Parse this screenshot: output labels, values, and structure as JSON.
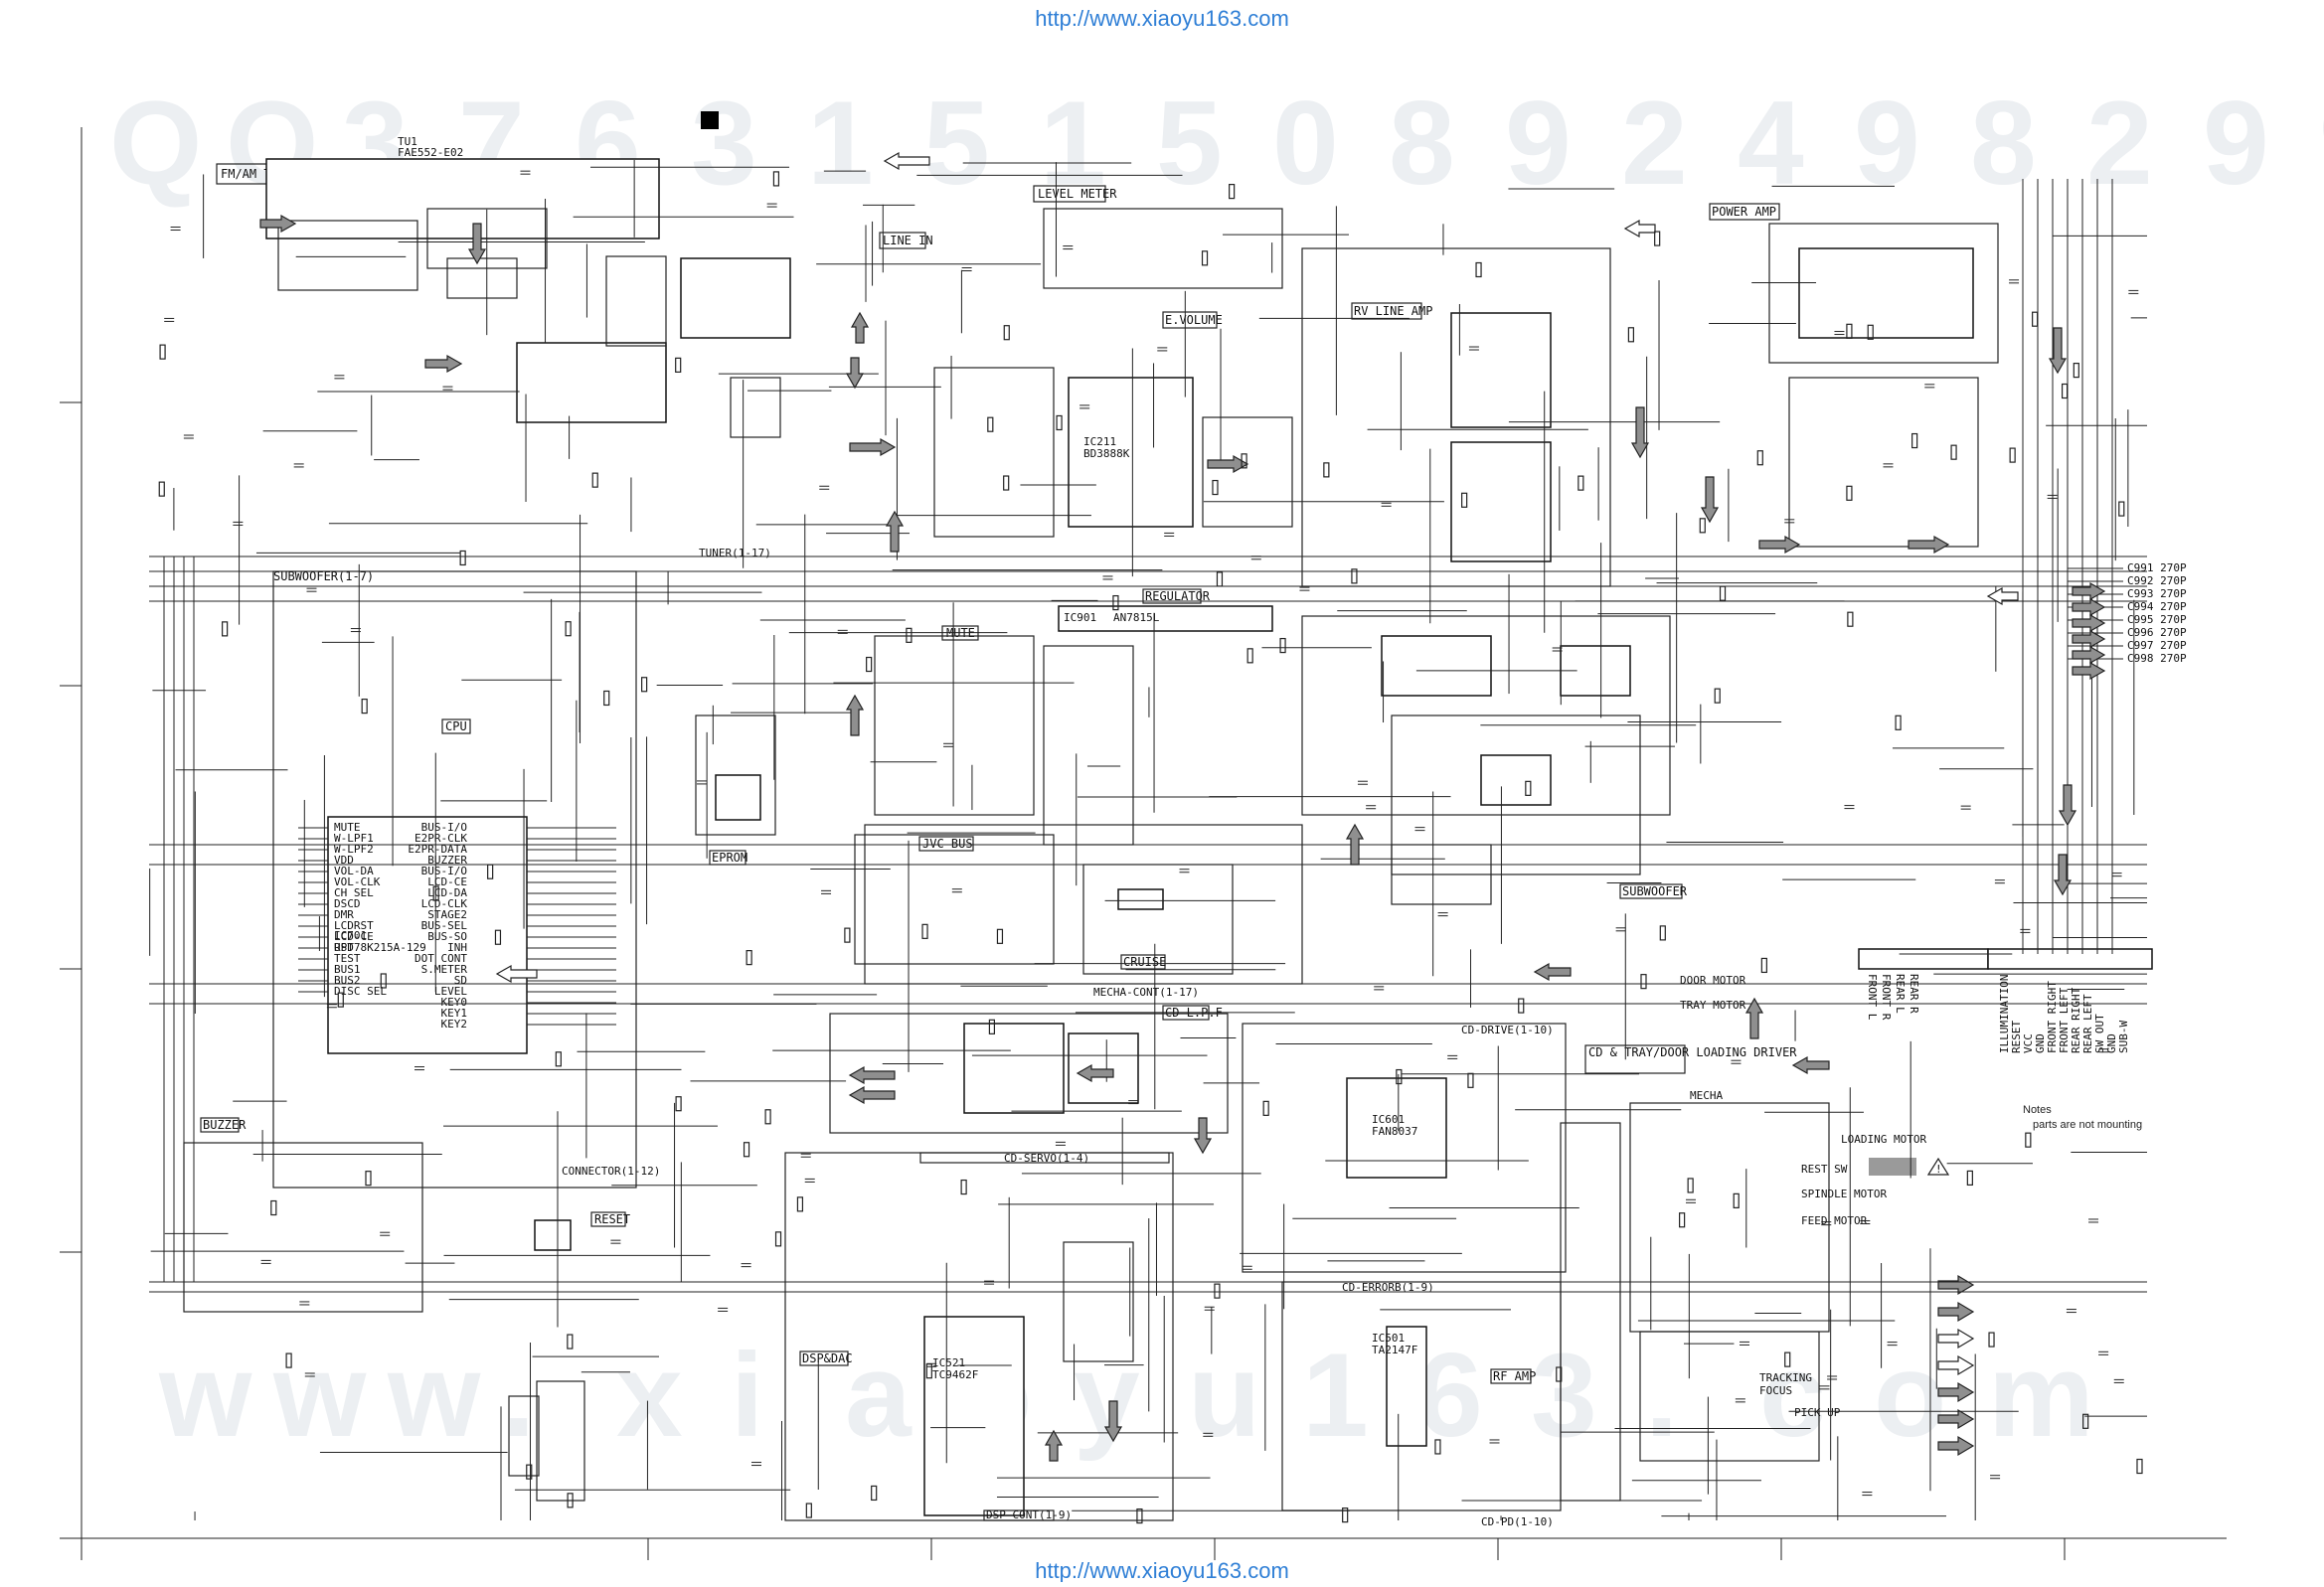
{
  "header": {
    "url_top": "http://www.xiaoyu163.com",
    "url_bottom": "http://www.xiaoyu163.com"
  },
  "watermark": {
    "digits": [
      "Q",
      "Q",
      "3",
      "7",
      "6",
      "3",
      "1",
      "5",
      "1",
      "5",
      "0",
      "8",
      "9",
      "2",
      "4",
      "9",
      "8",
      "2",
      "9",
      "9"
    ],
    "bottom": [
      "w",
      "w",
      "w",
      ".",
      "x",
      "i",
      "a",
      "o",
      "y",
      "u",
      "1",
      "6",
      "3",
      ".",
      "c",
      "o",
      "m"
    ]
  },
  "blocks": {
    "tuner": "FM/AM TUNER",
    "tuner_part": "TU1",
    "tuner_model": "FAE552-E02",
    "level_meter": "LEVEL METER",
    "line_in": "LINE IN",
    "e_volume": "E.VOLUME",
    "rv_line_amp": "RV LINE AMP",
    "power_amp": "POWER AMP",
    "subwoofer_top": "SUBWOOFER(1-7)",
    "regulator": "REGULATOR",
    "mute": "MUTE",
    "cpu": "CPU",
    "eprom": "EPROM",
    "jvc_bus": "JVC BUS",
    "cruise": "CRUISE",
    "subwoofer": "SUBWOOFER",
    "buzzer": "BUZZER",
    "reset": "RESET",
    "dsp_dac": "DSP&DAC",
    "cd_servo": "CD-SERVO(1-4)",
    "cd_lpf": "CD L.P.F",
    "cd_tray_driver": "CD & TRAY/DOOR LOADING DRIVER",
    "cd_drive": "CD-DRIVE(1-10)",
    "cd_errorb": "CD-ERRORB(1-9)",
    "rf_amp": "RF AMP",
    "mecha": "MECHA",
    "pick_up": "PICK UP",
    "cd_pd": "CD-PD(1-10)",
    "dsp_cont": "DSP-CONT(1-9)",
    "mecha_cont": "MECHA-CONT(1-17)",
    "connector": "CONNECTOR(1-12)",
    "tuner_ref": "TUNER(1-17)"
  },
  "ics": {
    "cpu": "IC701",
    "cpu_model": "UPD78K215A-129",
    "evol": "IC211",
    "evol_model": "BD3888K",
    "regulator": "IC901",
    "regulator_model": "AN7815L",
    "dsp": "IC521",
    "dsp_model": "TC9462F",
    "cd_driver": "IC601",
    "cd_driver_model": "FAN8037",
    "rf": "IC501",
    "rf_model": "TA2147F"
  },
  "motors": {
    "loading": "LOADING MOTOR",
    "rest_sw": "REST SW",
    "spindle": "SPINDLE MOTOR",
    "feed": "FEED MOTOR",
    "tray": "TRAY MOTOR",
    "door": "DOOR MOTOR"
  },
  "pickup_labels": {
    "tracking": "TRACKING",
    "focus": "FOCUS"
  },
  "connector_cn901": [
    "ILLUMINATION",
    "RESET",
    "VCC",
    "GND",
    "FRONT RIGHT",
    "FRONT LEFT",
    "REAR RIGHT",
    "REAR LEFT",
    "SW OUT",
    "GND",
    "SUB-W"
  ],
  "connector_cn01": [
    "FRONT L",
    "FRONT R",
    "REAR L",
    "REAR R"
  ],
  "right_caps": [
    "C991 270P",
    "C992 270P",
    "C993 270P",
    "C994 270P",
    "C995 270P",
    "C996 270P",
    "C997 270P",
    "C998 270P"
  ],
  "cpu_pins_left": [
    "MUTE",
    "W-LPF1",
    "W-LPF2",
    "VDD",
    "VOL-DA",
    "VOL-CLK",
    "CH SEL",
    "DSCD",
    "DMR",
    "LCDRST",
    "LCD-CE",
    "RST",
    "TEST",
    "BUS1",
    "BUS2",
    "DISC SEL"
  ],
  "cpu_pins_right": [
    "BUS-I/O",
    "E2PR-CLK",
    "E2PR-DATA",
    "BUZZER",
    "BUS-I/O",
    "LCD-CE",
    "LCD-DA",
    "LCD-CLK",
    "STAGE2",
    "BUS-SEL",
    "BUS-SO",
    "INH",
    "DOT CONT",
    "S.METER",
    "SD",
    "LEVEL",
    "KEY0",
    "KEY1",
    "KEY2"
  ],
  "legend_note": "Notes",
  "legend_sub": "parts are not mounting"
}
